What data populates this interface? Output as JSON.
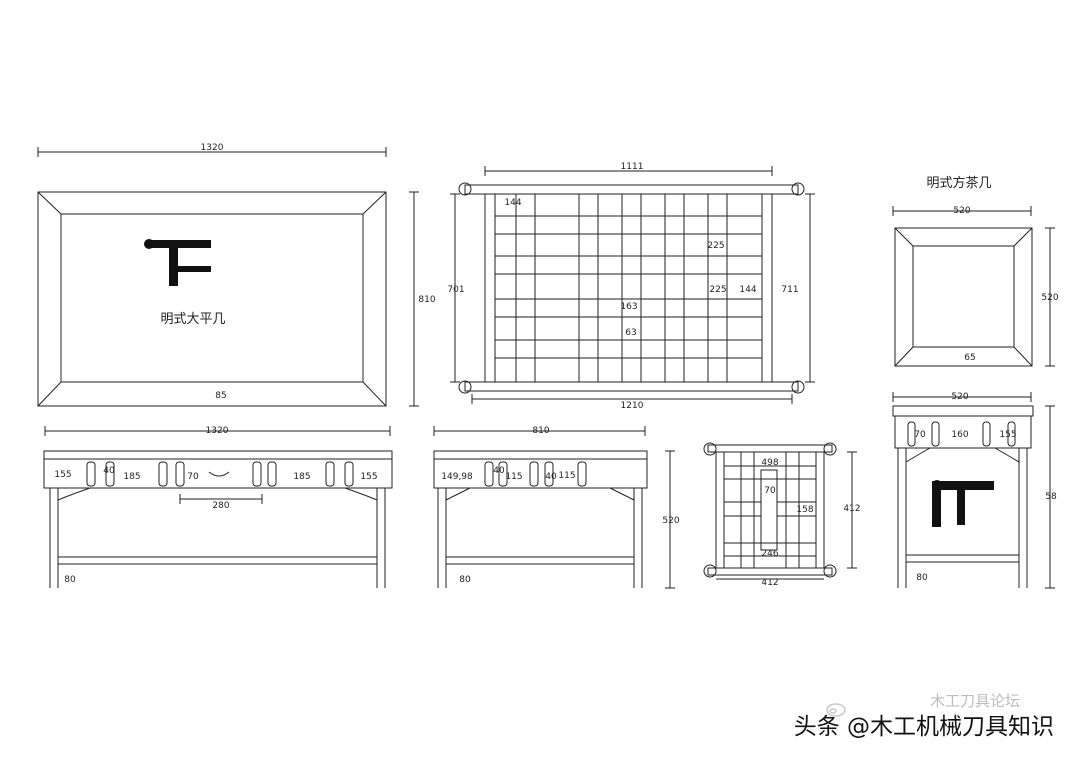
{
  "titles": {
    "large_table": "明式大平几",
    "tea_table": "明式方茶几"
  },
  "dims": {
    "top_width": "1320",
    "top_depth": "810",
    "top_border": "85",
    "lattice_top": "1111",
    "lattice_bottom": "1210",
    "lattice_left": "701",
    "lattice_right": "711",
    "lattice_144a": "144",
    "lattice_225a": "225",
    "lattice_225b": "225",
    "lattice_144b": "144",
    "lattice_163": "163",
    "lattice_63": "63",
    "tea_top_width": "520",
    "tea_top_depth": "520",
    "tea_border": "65",
    "front_width": "1320",
    "front_155a": "155",
    "front_40": "40",
    "front_185a": "185",
    "front_70": "70",
    "front_185b": "185",
    "front_155b": "155",
    "front_drawer": "280",
    "front_leg": "80",
    "side_width": "810",
    "side_149": "149,98",
    "side_40a": "40",
    "side_115a": "115",
    "side_40b": "40",
    "side_115b": "115",
    "side_height": "520",
    "side_leg": "80",
    "small_498": "498",
    "small_70": "70",
    "small_158": "158",
    "small_246": "246",
    "small_412_side": "412",
    "small_412_bottom": "412",
    "tea_front_width": "520",
    "tea_70": "70",
    "tea_160": "160",
    "tea_155": "155",
    "tea_height": "58",
    "tea_leg": "80"
  },
  "watermark": {
    "main": "头条 @木工机械刀具知识",
    "faint": "木工刀具论坛"
  },
  "colors": {
    "line": "#222222",
    "logo": "#111111"
  }
}
